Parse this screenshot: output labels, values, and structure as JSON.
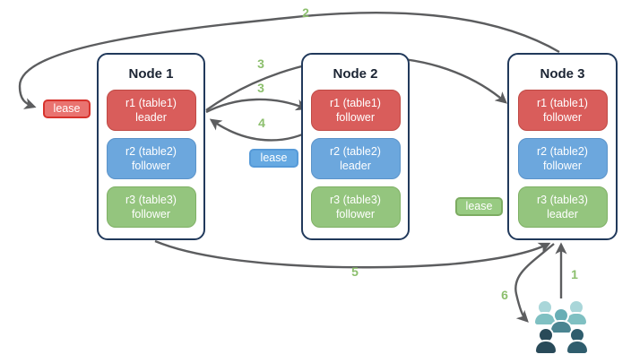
{
  "diagram": {
    "nodes": [
      {
        "title": "Node 1",
        "replicas": [
          {
            "name": "r1 (table1)",
            "role": "leader",
            "color_key": "red"
          },
          {
            "name": "r2 (table2)",
            "role": "follower",
            "color_key": "blue"
          },
          {
            "name": "r3 (table3)",
            "role": "follower",
            "color_key": "green"
          }
        ]
      },
      {
        "title": "Node 2",
        "replicas": [
          {
            "name": "r1 (table1)",
            "role": "follower",
            "color_key": "red"
          },
          {
            "name": "r2 (table2)",
            "role": "leader",
            "color_key": "blue"
          },
          {
            "name": "r3 (table3)",
            "role": "follower",
            "color_key": "green"
          }
        ]
      },
      {
        "title": "Node 3",
        "replicas": [
          {
            "name": "r1 (table1)",
            "role": "follower",
            "color_key": "red"
          },
          {
            "name": "r2 (table2)",
            "role": "follower",
            "color_key": "blue"
          },
          {
            "name": "r3 (table3)",
            "role": "leader",
            "color_key": "green"
          }
        ]
      }
    ],
    "leases": [
      {
        "label": "lease",
        "color_key": "red"
      },
      {
        "label": "lease",
        "color_key": "blue"
      },
      {
        "label": "lease",
        "color_key": "green"
      }
    ],
    "step_numbers": [
      "1",
      "2",
      "3",
      "3",
      "4",
      "5",
      "6"
    ],
    "users_icon": "clients-group",
    "colors": {
      "node_border": "#21395b",
      "title_text": "#1b2433",
      "line": "#5c5d5f",
      "label_green": "#8cbf6d",
      "red_fill": "#d95d5b",
      "red_border": "#bf4a45",
      "blue_fill": "#6ca7dd",
      "blue_border": "#5b93c9",
      "green_fill": "#94c57e",
      "green_border": "#7fb065",
      "lease_red_fill": "#e97370",
      "lease_red_border": "#d7332d",
      "lease_blue_fill": "#66a9e2",
      "lease_blue_border": "#569ad8",
      "lease_green_fill": "#98cb82",
      "lease_green_border": "#7cab61",
      "users_light_head": "#a9d6d9",
      "users_light_body": "#7fc0c2",
      "users_mid_head": "#68aeb5",
      "users_mid_body": "#4b8591",
      "users_dark_left": "#294a59",
      "users_dark_right": "#2f5d6d"
    }
  }
}
